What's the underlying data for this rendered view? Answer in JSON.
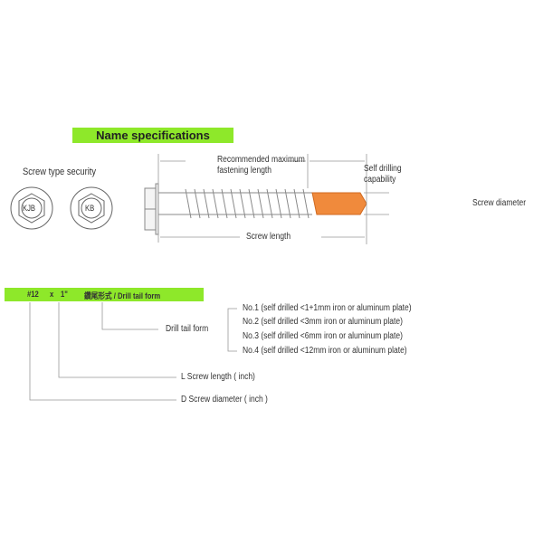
{
  "title": "Name specifications",
  "security": {
    "label": "Screw type security",
    "marks": [
      "KJB",
      "KB"
    ]
  },
  "screw": {
    "recommended_line1": "Recommended maximum",
    "recommended_line2": "fastening length",
    "self_drilling_line1": "Self drilling",
    "self_drilling_line2": "capability",
    "screw_length": "Screw length",
    "screw_diameter": "Screw diameter",
    "colors": {
      "drill_tip": "#f08a3c",
      "banner": "#8ee82a"
    }
  },
  "code": {
    "diameter": "#12",
    "x": "x",
    "length": "1\"",
    "form": "鑽尾形式 / Drill tail form"
  },
  "legend": {
    "drill_tail_form": "Drill tail form",
    "forms": [
      "No.1 (self drilled <1+1mm iron or aluminum plate)",
      "No.2 (self drilled <3mm iron or aluminum plate)",
      "No.3 (self drilled <6mm iron or aluminum plate)",
      "No.4 (self drilled <12mm iron or aluminum plate)"
    ],
    "length": "L  Screw length ( inch)",
    "diameter": "D  Screw diameter ( inch )"
  }
}
